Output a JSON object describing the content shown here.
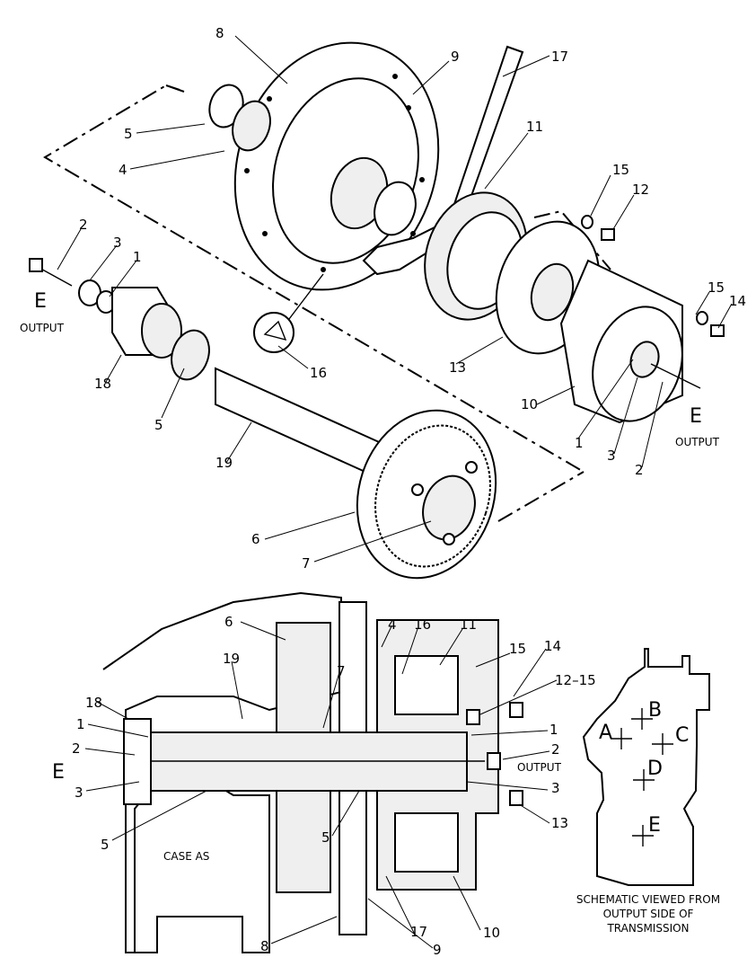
{
  "exploded_view": {
    "callouts": [
      "8",
      "9",
      "17",
      "5",
      "4",
      "11",
      "15",
      "12",
      "2",
      "3",
      "1",
      "E",
      "OUTPUT",
      "14",
      "18",
      "16",
      "13",
      "10",
      "5",
      "19",
      "E",
      "OUTPUT",
      "1",
      "3",
      "2",
      "6",
      "7"
    ]
  },
  "section_view": {
    "callouts": [
      "6",
      "4",
      "16",
      "11",
      "15",
      "14",
      "19",
      "7",
      "12–15",
      "18",
      "1",
      "1",
      "2",
      "2",
      "OUTPUT",
      "E",
      "3",
      "3",
      "13",
      "5",
      "5",
      "17",
      "10",
      "8",
      "9"
    ],
    "case_label": "CASE AS"
  },
  "schematic": {
    "points": [
      "A",
      "B",
      "C",
      "D",
      "E"
    ],
    "caption_lines": [
      "SCHEMATIC VIEWED FROM",
      "OUTPUT SIDE OF",
      "TRANSMISSION"
    ]
  }
}
